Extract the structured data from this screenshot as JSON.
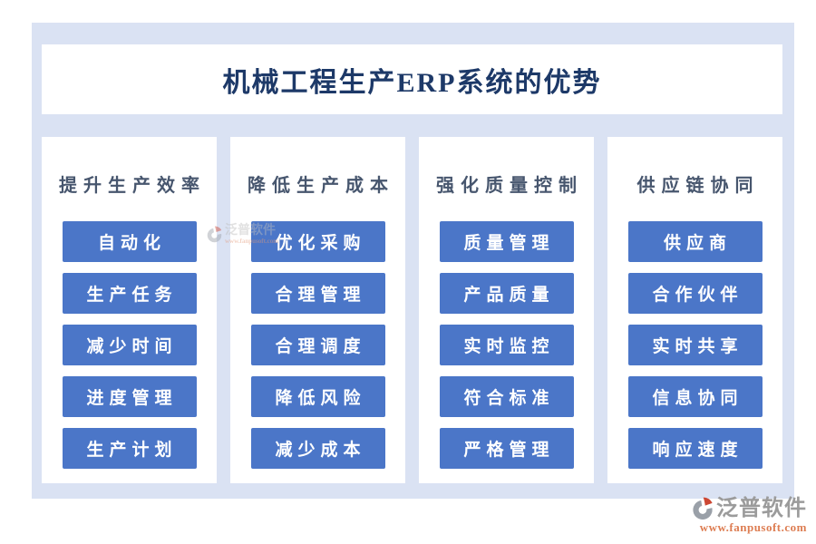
{
  "title": "机械工程生产ERP系统的优势",
  "columns": [
    {
      "header": "提升生产效率",
      "items": [
        "自动化",
        "生产任务",
        "减少时间",
        "进度管理",
        "生产计划"
      ]
    },
    {
      "header": "降低生产成本",
      "items": [
        "优化采购",
        "合理管理",
        "合理调度",
        "降低风险",
        "减少成本"
      ]
    },
    {
      "header": "强化质量控制",
      "items": [
        "质量管理",
        "产品质量",
        "实时监控",
        "符合标准",
        "严格管理"
      ]
    },
    {
      "header": "供应链协同",
      "items": [
        "供应商",
        "合作伙伴",
        "实时共享",
        "信息协同",
        "响应速度"
      ]
    }
  ],
  "branding": {
    "logo_icon": "fanpu-swirl-icon",
    "logo_text": "泛普软件",
    "website": "www.fanpusoft.com"
  },
  "watermark": {
    "logo_text": "泛普软件",
    "website": "www.fanpusoft.com"
  },
  "colors": {
    "panel_bg": "#dae2f3",
    "card_bg": "#ffffff",
    "chip_bg": "#4b76c8",
    "chip_text": "#ffffff",
    "title_text": "#1d3968",
    "header_text": "#47566e",
    "logo_gray": "#9b9b9b",
    "logo_orange": "#dd7d52",
    "logo_icon_red": "#cc4733",
    "logo_icon_gray": "#9aa0a8"
  }
}
